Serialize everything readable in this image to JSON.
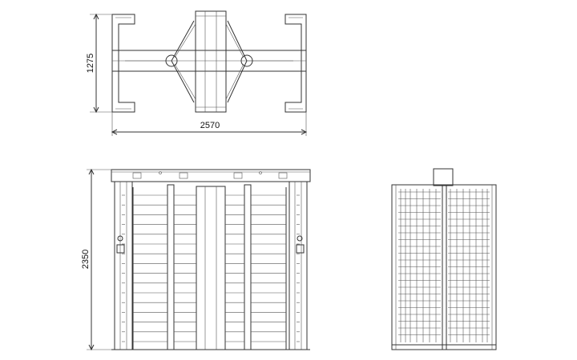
{
  "dimensions": {
    "top_view_depth": "1275",
    "top_view_width": "2570",
    "front_view_height": "2350"
  },
  "colors": {
    "line": "#333333",
    "background": "#ffffff"
  }
}
